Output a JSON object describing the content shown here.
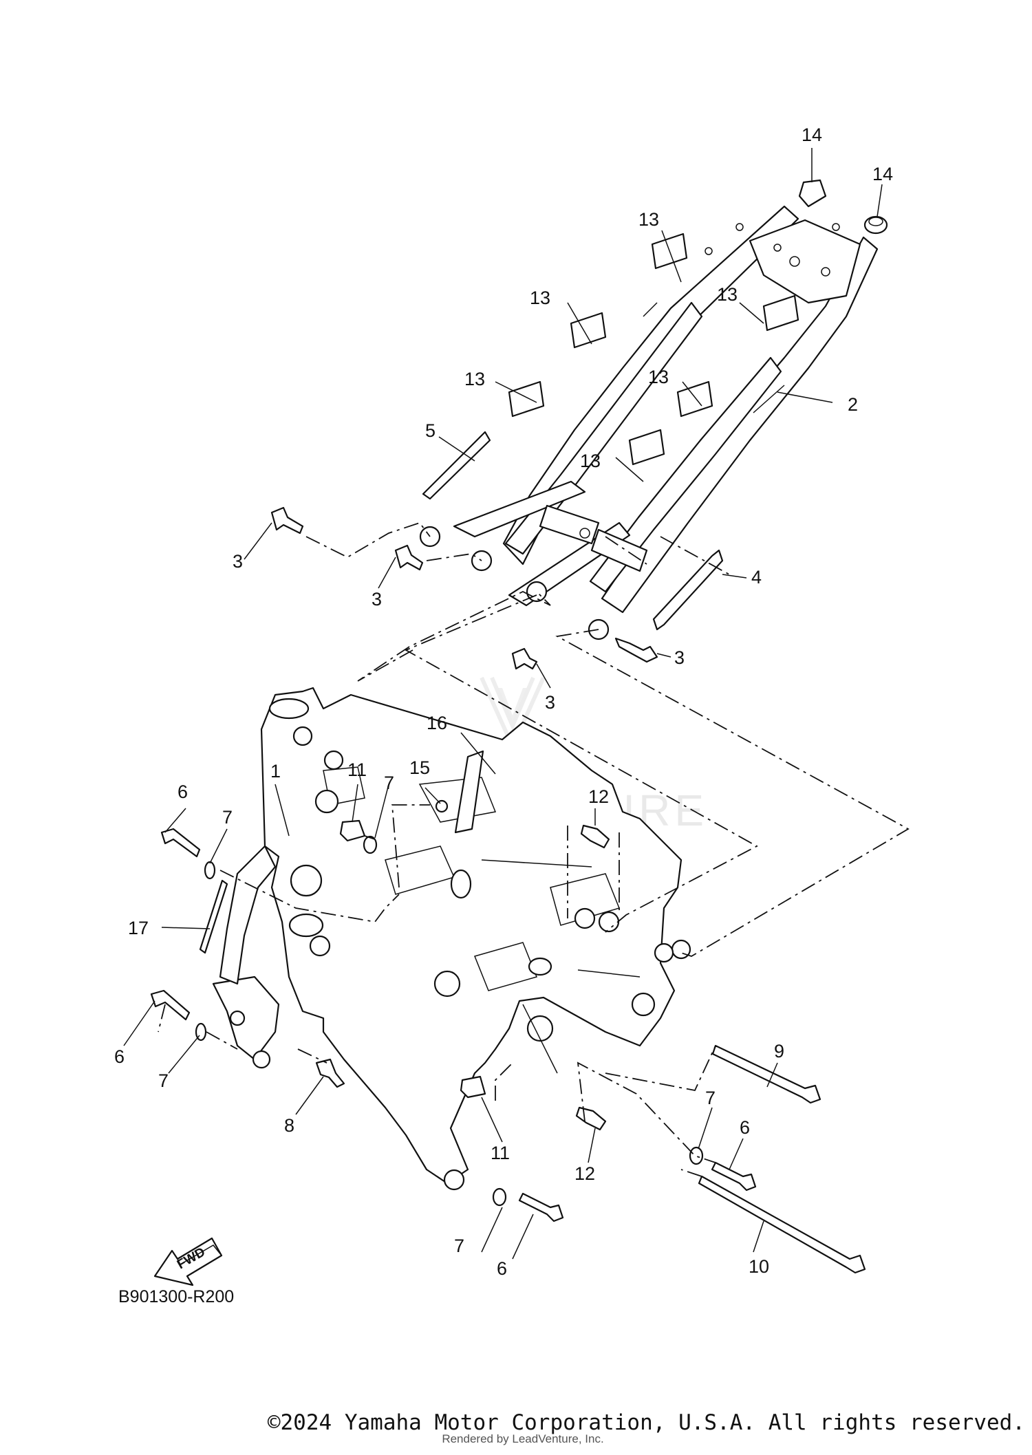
{
  "diagram_code": "B901300-R200",
  "watermark": "LEADVENTURE",
  "fwd_label": "FWD",
  "footer": {
    "copyright": "©2024 Yamaha Motor Corporation, U.S.A. All rights reserved.",
    "rendered_by": "Rendered by LeadVenture, Inc."
  },
  "callouts": {
    "c1": "1",
    "c2": "2",
    "c3a": "3",
    "c3b": "3",
    "c3c": "3",
    "c3d": "3",
    "c4": "4",
    "c5": "5",
    "c6a": "6",
    "c6b": "6",
    "c6c": "6",
    "c6d": "6",
    "c7a": "7",
    "c7b": "7",
    "c7c": "7",
    "c7d": "7",
    "c7e": "7",
    "c8": "8",
    "c9": "9",
    "c10": "10",
    "c11a": "11",
    "c11b": "11",
    "c12a": "12",
    "c12b": "12",
    "c13a": "13",
    "c13b": "13",
    "c13c": "13",
    "c13d": "13",
    "c13e": "13",
    "c13f": "13",
    "c14a": "14",
    "c14b": "14",
    "c15": "15",
    "c16": "16",
    "c17": "17"
  }
}
